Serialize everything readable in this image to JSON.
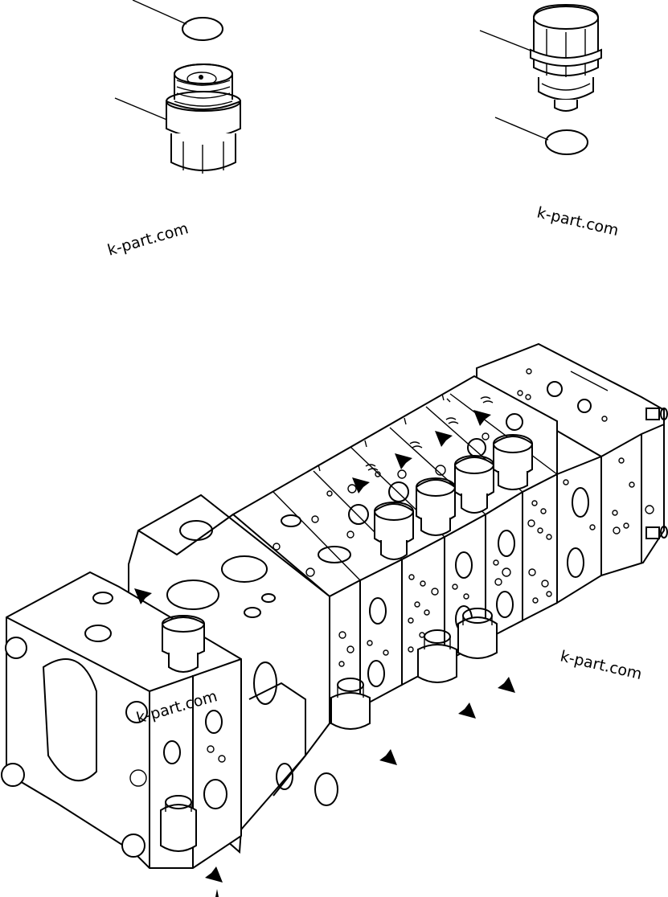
{
  "watermarks": [
    {
      "text": "k-part.com"
    },
    {
      "text": "k-part.com"
    },
    {
      "text": "k-part.com"
    },
    {
      "text": "k-part.com"
    }
  ],
  "parts": [
    {
      "name": "o-ring-upper-left"
    },
    {
      "name": "valve-plug-left"
    },
    {
      "name": "valve-plug-right"
    },
    {
      "name": "o-ring-lower-right"
    }
  ],
  "arrow_icon": "arrow-icon",
  "arrow_count": 10
}
